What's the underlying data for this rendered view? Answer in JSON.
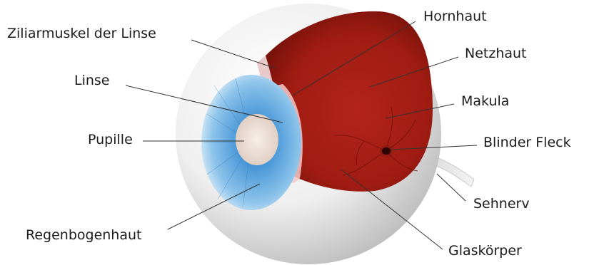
{
  "labels": {
    "ciliary_muscle": "Ziliarmuskel der Linse",
    "lens": "Linse",
    "pupil": "Pupille",
    "iris": "Regenbogenhaut",
    "cornea": "Hornhaut",
    "retina": "Netzhaut",
    "macula": "Makula",
    "blind_spot": "Blinder Fleck",
    "optic_nerve": "Sehnerv",
    "vitreous_body": "Glaskörper"
  },
  "colors": {
    "sclera": "#eeeeee",
    "retina": "#b32116",
    "iris": "#4f9ad6",
    "leader_line": "#333333"
  }
}
